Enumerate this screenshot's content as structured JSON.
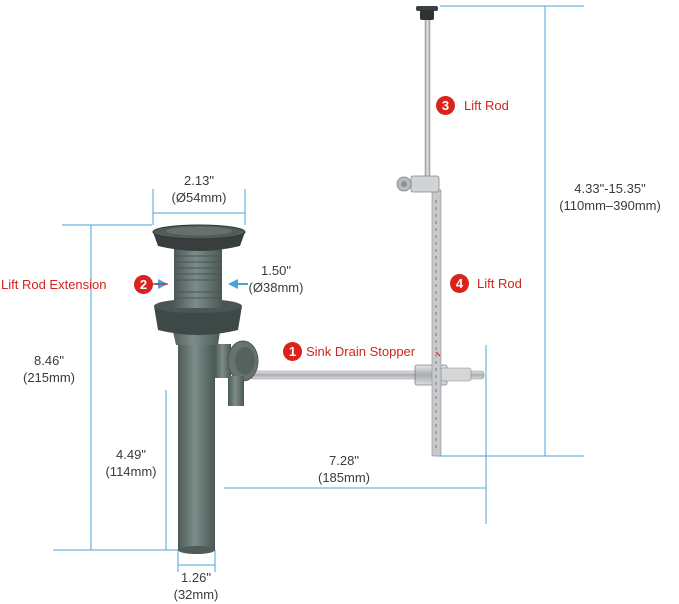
{
  "colors": {
    "dimension_line": "#4aa3d8",
    "callout_red": "#d2241f",
    "pipe_gray": "#5f6f6c",
    "chrome": "#bfc1c3"
  },
  "callouts": [
    {
      "number": "1",
      "label": "Sink Drain Stopper"
    },
    {
      "number": "2",
      "label": "Lift Rod Extension"
    },
    {
      "number": "3",
      "label": "Lift Rod"
    },
    {
      "number": "4",
      "label": "Lift Rod"
    }
  ],
  "dimensions": {
    "cap_diameter": {
      "inch": "2.13\"",
      "mm": "(Ø54mm)"
    },
    "body_diameter": {
      "inch": "1.50\"",
      "mm": "(Ø38mm)"
    },
    "total_height": {
      "inch": "8.46\"",
      "mm": "(215mm)"
    },
    "tail_height": {
      "inch": "4.49\"",
      "mm": "(114mm)"
    },
    "tail_diameter": {
      "inch": "1.26\"",
      "mm": "(32mm)"
    },
    "rod_length": {
      "inch": "7.28\"",
      "mm": "(185mm)"
    },
    "lift_rod_range": {
      "inch": "4.33\"-15.35\"",
      "mm": "(110mm–390mm)"
    }
  }
}
